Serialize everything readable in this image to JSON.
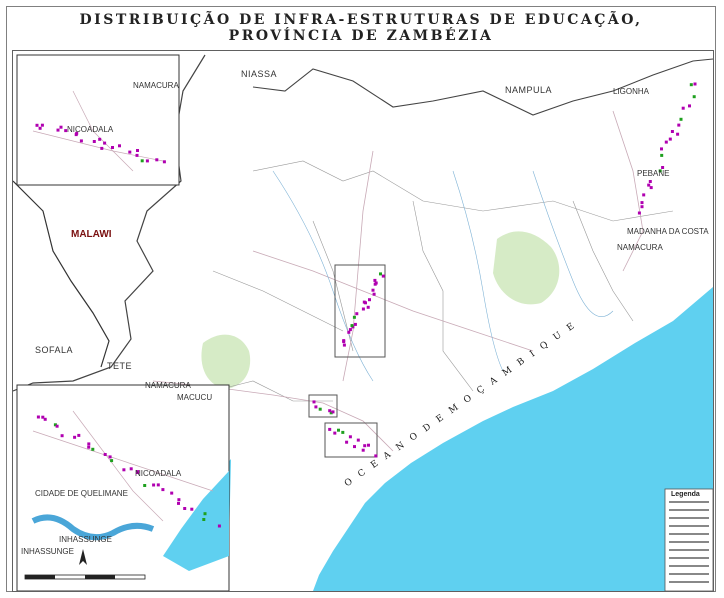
{
  "map": {
    "title_line1": "DISTRIBUIÇÃO DE INFRA-ESTRUTURAS DE EDUCAÇÃO,",
    "title_line2": "PROVÍNCIA DE ZAMBÉZIA",
    "colors": {
      "sea": "#5fd0f0",
      "land": "#ffffff",
      "park": "#d6ebc6",
      "border": "#444444",
      "roads": "#c8a9b6",
      "rivers": "#7fb3d6",
      "school_marker": "#b000b0",
      "school_marker_alt": "#1ea01e"
    },
    "labels": {
      "niassa": "NIASSA",
      "nampula": "NAMPULA",
      "malawi": "MALAWI",
      "sofala": "SOFALA",
      "tete": "TETE",
      "namacura_inset": "NAMACURA",
      "nicoadala_inset": "NICOADALA",
      "ligonha": "LIGONHA",
      "angoche": "PEBANE",
      "madanha_da_costa": "MADANHA DA COSTA",
      "namacura_east": "NAMACURA",
      "namacura_lower": "NAMACURA",
      "macucu": "MACUCU",
      "nicoadala_lower": "NICOADALA",
      "cidade_quelimane": "CIDADE DE QUELIMANE",
      "inhassunge1": "INHASSUNGE",
      "inhassunge2": "INHASSUNGE"
    },
    "sea_label": "O C E A N O   D E   M O Ç A M B I Q U E",
    "legend_title": "Legenda",
    "icons": [
      "north-arrow-icon",
      "scale-bar"
    ]
  }
}
